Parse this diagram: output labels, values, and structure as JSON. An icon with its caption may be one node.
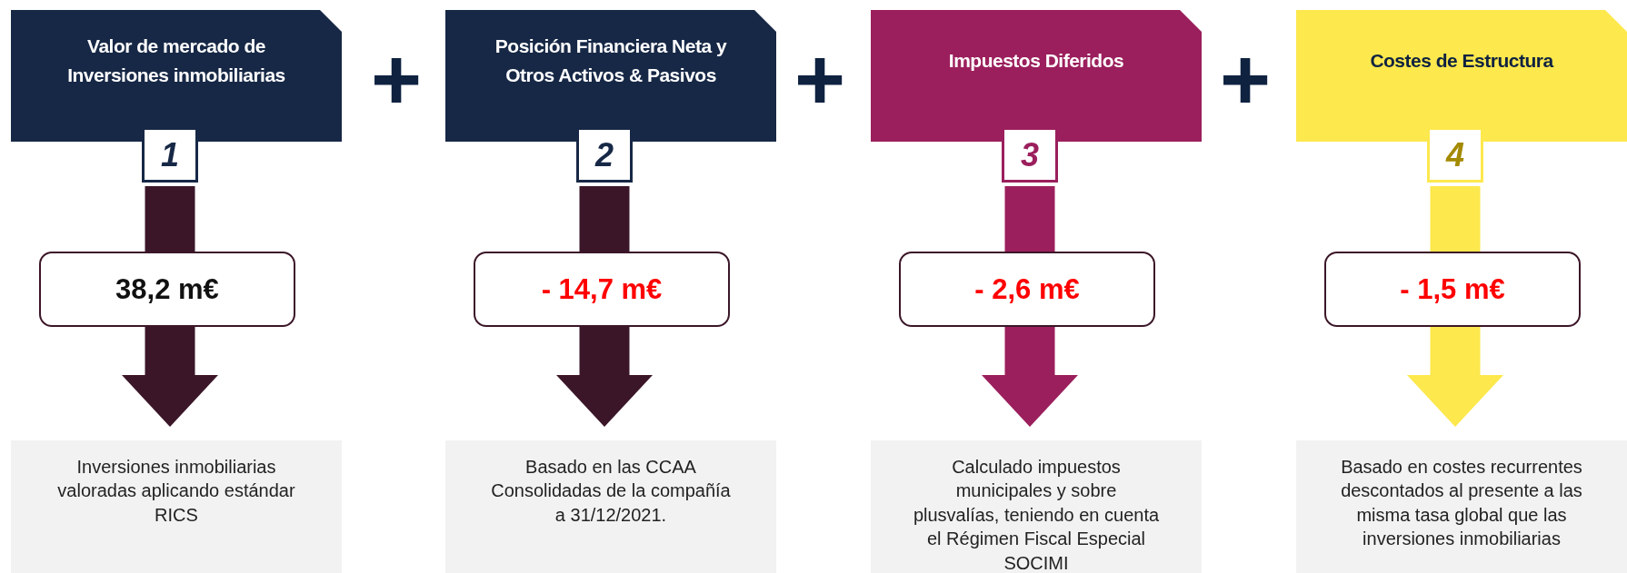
{
  "diagram": {
    "nodes": [
      {
        "text": [
          "Valor de mercado de Inversiones inmobiliarias"
        ]
      },
      {
        "text": [
          "1"
        ]
      },
      {
        "text": [
          "38,2 m€"
        ]
      },
      {
        "text": [
          "Inversiones inmobiliarias valoradas aplicando estándar RICS"
        ]
      },
      {
        "text": [
          "Posición Financiera Neta y Otros Activos & Pasivos"
        ]
      },
      {
        "text": [
          "2"
        ]
      },
      {
        "text": [
          "- 14,7 m€"
        ]
      },
      {
        "text": [
          "Basado en las CCAA Consolidadas de la compañía a 31/12/2021."
        ]
      },
      {
        "text": [
          "Impuestos Diferidos"
        ]
      },
      {
        "text": [
          "3"
        ]
      },
      {
        "text": [
          "- 2,6 m€"
        ]
      },
      {
        "text": [
          "Calculado impuestos municipales y sobre plusvalías, teniendo en cuenta el Régimen Fiscal Especial SOCIMI"
        ]
      },
      {
        "text": [
          "Costes de Estructura"
        ]
      },
      {
        "text": [
          "4"
        ]
      },
      {
        "text": [
          "- 1,5 m€"
        ]
      },
      {
        "text": [
          "Basado en costes recurrentes descontados al presente a las misma tasa global que las inversiones inmobiliarias"
        ]
      }
    ],
    "edges": [
      {
        "from": 1,
        "to": 2,
        "arrow": "none"
      },
      {
        "from": 2,
        "to": 3,
        "arrow": "to"
      },
      {
        "from": 5,
        "to": 6,
        "arrow": "none"
      },
      {
        "from": 6,
        "to": 7,
        "arrow": "to"
      },
      {
        "from": 9,
        "to": 10,
        "arrow": "none",
        "color": "#9b1f5c"
      },
      {
        "from": 10,
        "to": 11,
        "arrow": "to",
        "color": "#9b1f5c"
      },
      {
        "from": 13,
        "to": 14,
        "arrow": "none",
        "color": "#fde84d"
      },
      {
        "from": 14,
        "to": 15,
        "arrow": "to",
        "color": "#fde84d"
      }
    ],
    "labels": [
      "+",
      "+",
      "+"
    ]
  }
}
